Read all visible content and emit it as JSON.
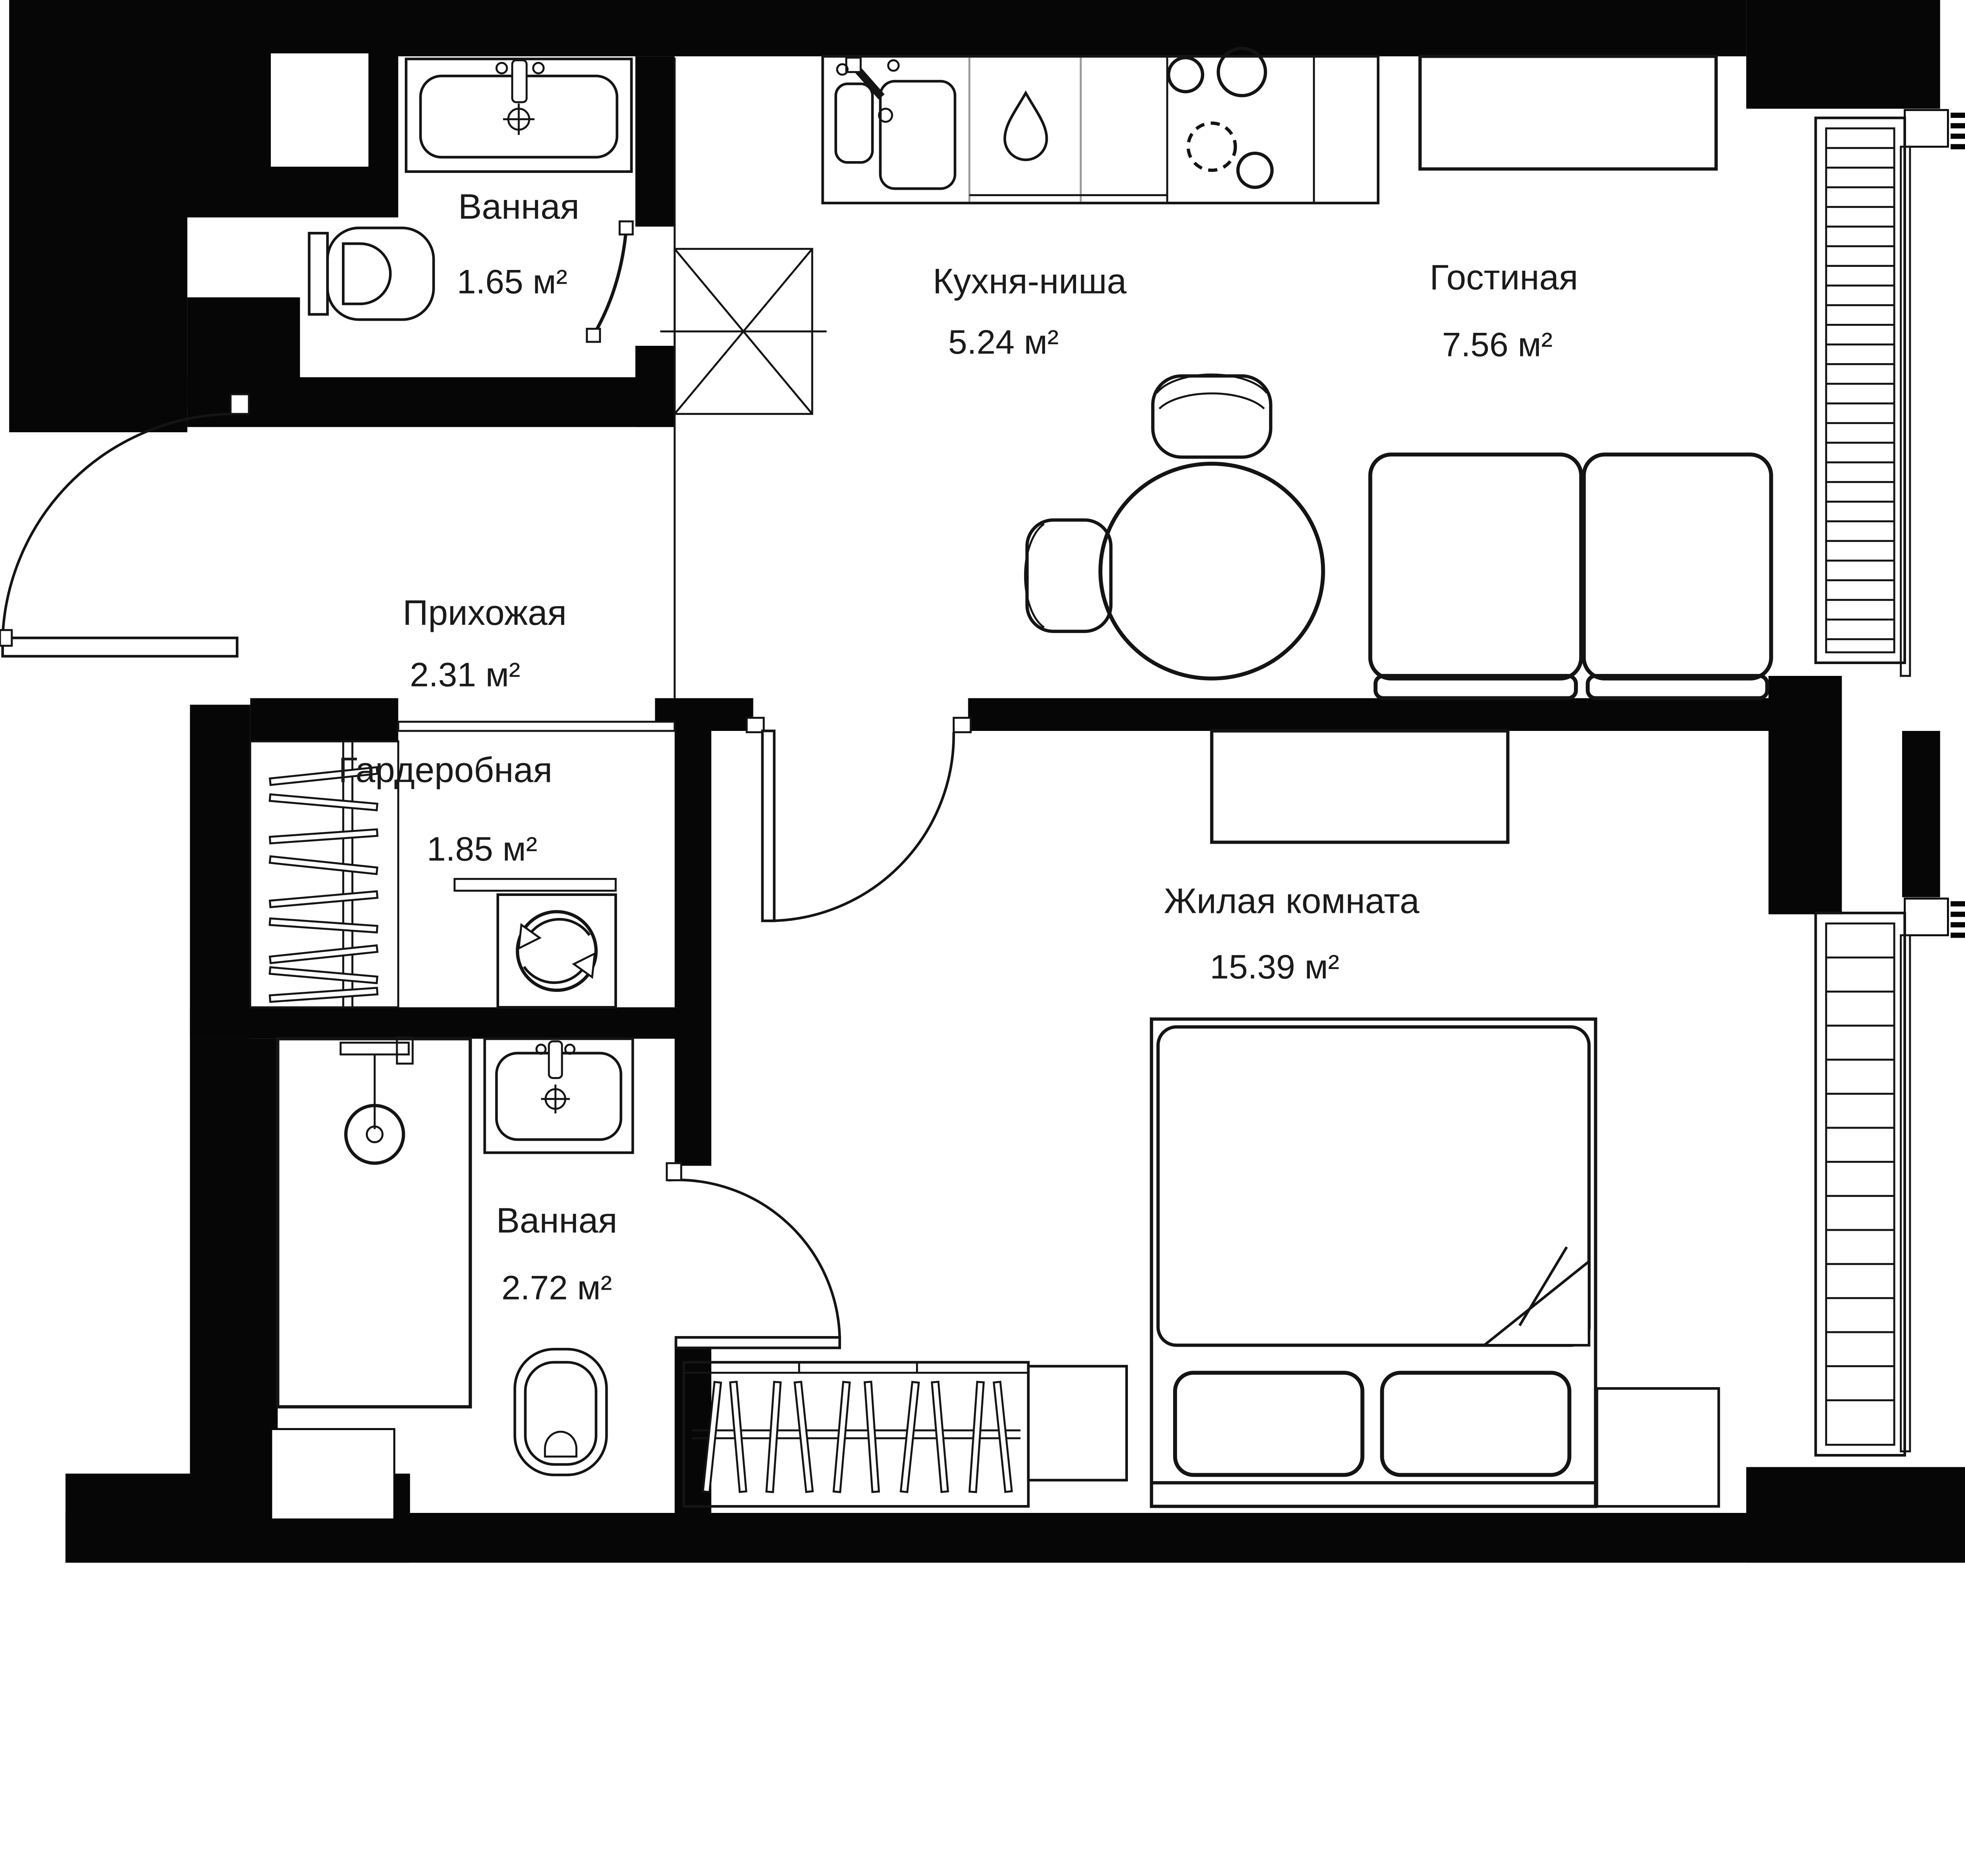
{
  "document": {
    "kind": "apartment floor plan",
    "total_rooms": 7,
    "colors": {
      "wall": "#060606",
      "line": "#141414",
      "divider_gray": "#9a9a9a",
      "background": "#ffffff",
      "text": "#1a1a1a"
    }
  },
  "rooms": [
    {
      "key": "bathroom_top",
      "name": "Ванная",
      "area": "1.65 м²"
    },
    {
      "key": "kitchen",
      "name": "Кухня-ниша",
      "area": "5.24 м²"
    },
    {
      "key": "living",
      "name": "Гостиная",
      "area": "7.56 м²"
    },
    {
      "key": "hallway",
      "name": "Прихожая",
      "area": "2.31 м²"
    },
    {
      "key": "wardrobe",
      "name": "Гардеробная",
      "area": "1.85 м²"
    },
    {
      "key": "bedroom",
      "name": "Жилая комната",
      "area": "15.39 м²"
    },
    {
      "key": "bathroom_bottom",
      "name": "Ванная",
      "area": "2.72 м²"
    }
  ],
  "fixtures": [
    "sink-icon",
    "toilet-icon",
    "shower-icon",
    "washing-machine-icon",
    "kitchen-sink-icon",
    "stove-icon",
    "water-drop-icon",
    "vent-shaft-icon",
    "wardrobe-rail-icon",
    "bed",
    "pillows",
    "sofa",
    "round-table",
    "chairs",
    "dresser",
    "nightstands",
    "window-glazing",
    "door-swing",
    "entrance-door"
  ]
}
